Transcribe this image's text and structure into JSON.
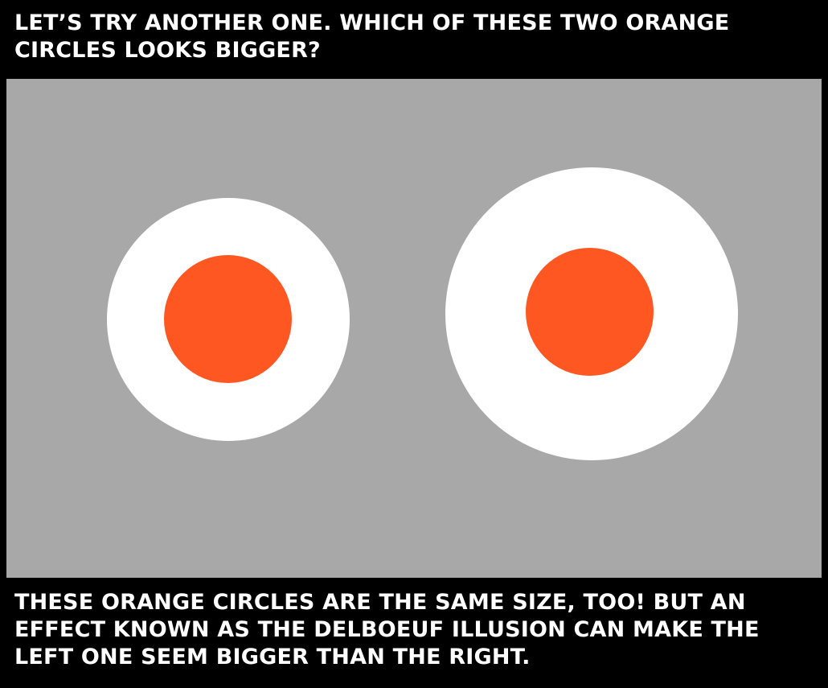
{
  "top_caption": {
    "lines": [
      "LET’S TRY ANOTHER ONE. WHICH OF THESE TWO ORANGE",
      "CIRCLES LOOKS BIGGER?"
    ]
  },
  "illustration": {
    "background_color": "#a8a8a8",
    "ring_color": "#ffffff",
    "circle_color": "#ff5722",
    "left_stimulus": "small-white-ring-with-orange-circle",
    "right_stimulus": "large-white-ring-with-orange-circle"
  },
  "bottom_caption": {
    "lines": [
      "THESE ORANGE CIRCLES ARE THE SAME SIZE, TOO! BUT AN",
      "EFFECT KNOWN AS THE DELBOEUF ILLUSION CAN MAKE THE",
      "LEFT ONE SEEM BIGGER THAN THE RIGHT."
    ]
  }
}
